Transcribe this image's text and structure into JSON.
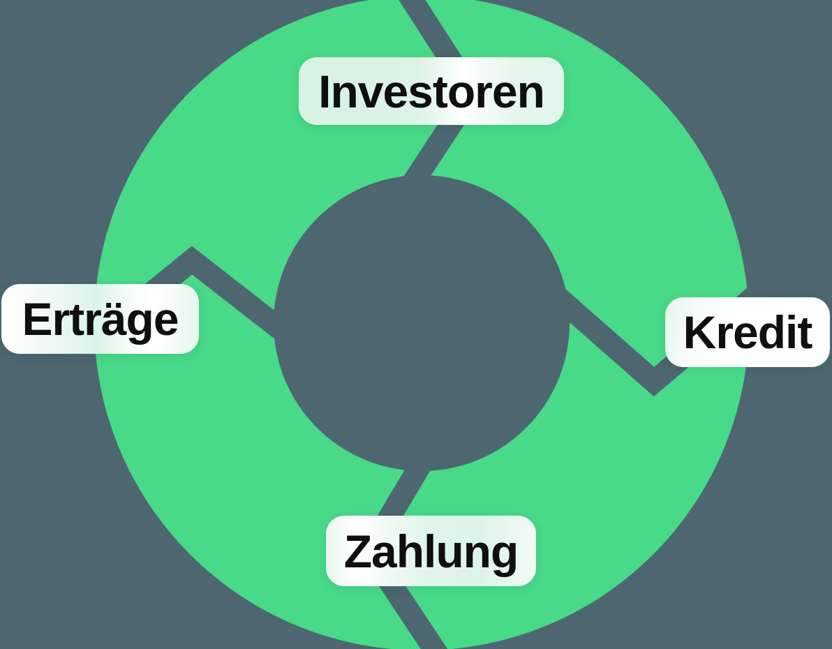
{
  "diagram": {
    "kind": "cycle-diagram",
    "direction": "clockwise",
    "steps": [
      {
        "id": "investoren",
        "label": "Investoren",
        "position": "top"
      },
      {
        "id": "kredit",
        "label": "Kredit",
        "position": "right"
      },
      {
        "id": "zahlung",
        "label": "Zahlung",
        "position": "bottom"
      },
      {
        "id": "ertraege",
        "label": "Erträge",
        "position": "left"
      }
    ],
    "colors": {
      "background": "#4d6670",
      "ring": "#48d989",
      "badge_white": "#ffffff",
      "badge_mint": "#d8f2e3",
      "label_text": "#0d100e"
    }
  }
}
